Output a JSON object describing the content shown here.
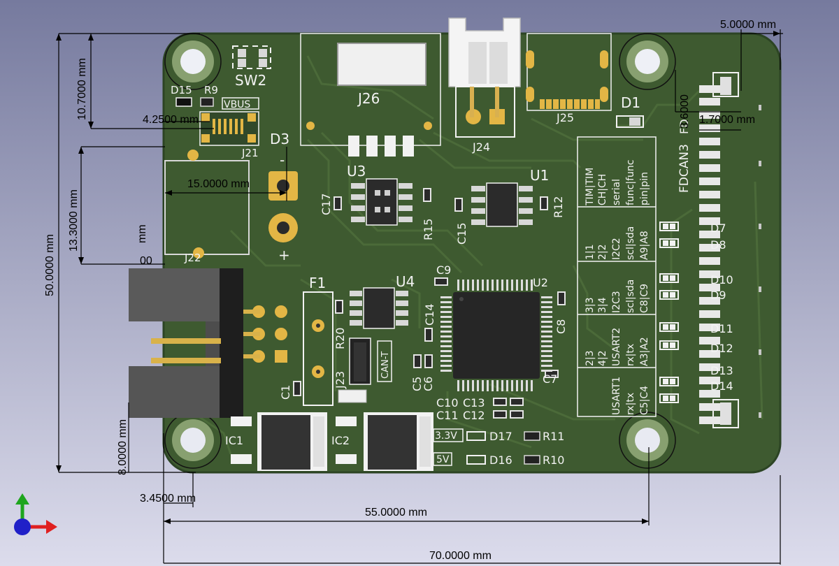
{
  "colors": {
    "bg_top": "#767a9e",
    "bg_bottom": "#dcdcec",
    "board": "#3e5a30",
    "board_dark": "#2c4424",
    "copper": "#e3b645",
    "silk": "#f2f2f2",
    "dim": "#000000"
  },
  "dimensions": {
    "d_5": "5.0000 mm",
    "d_10_7": "10.7000 mm",
    "d_4_25": "4.2500 mm",
    "d_3_6": "3.6000",
    "d_1_7": "1.7000 mm",
    "d_13_3": "13.3000 mm",
    "d_15": "15.0000 mm",
    "d_50": "50.0000 mm",
    "d_mm_a": "mm",
    "d_00": "00",
    "d_8": "8.0000 mm",
    "d_3_45": "3.4500 mm",
    "d_55": "55.0000 mm",
    "d_70": "70.0000 mm"
  },
  "silkscreen": {
    "sw2": "SW2",
    "d15": "D15",
    "r9": "R9",
    "vbus": "VBUS",
    "j21": "J21",
    "d3": "D3",
    "minus": "-",
    "plus": "+",
    "j22": "J22",
    "j26": "J26",
    "j24": "J24",
    "j25": "J25",
    "d1": "D1",
    "fdcan3": "FDCAN3",
    "fd": "FD",
    "u3": "U3",
    "u1": "U1",
    "c17": "C17",
    "r15": "R15",
    "c15": "C15",
    "r12": "R12",
    "f1": "F1",
    "u4": "U4",
    "c9": "C9",
    "u2": "U2",
    "c14": "C14",
    "c8": "C8",
    "r20": "R20",
    "j23": "J23",
    "can_t": "CAN-T",
    "c1": "C1",
    "c5": "C5",
    "c6": "C6",
    "c7": "C7",
    "c10": "C10",
    "c13": "C13",
    "c11": "C11",
    "c12": "C12",
    "ic1": "IC1",
    "ic2": "IC2",
    "v33": "3.3V",
    "v5": "5V",
    "d17": "D17",
    "d16": "D16",
    "r11": "R11",
    "r10": "R10",
    "d7": "D7",
    "d8": "D8",
    "d10": "D10",
    "d9": "D9",
    "d11": "D11",
    "d12": "D12",
    "d13": "D13",
    "d14": "D14"
  },
  "pin_table": {
    "row0": [
      "TIM|TIM",
      "CH|CH",
      "serial",
      "func|func",
      "pin|pin"
    ],
    "row1": [
      "1|1",
      "2|2",
      "I2C2",
      "scl|sda",
      "A9|A8"
    ],
    "row2": [
      "3|3",
      "3|4",
      "I2C3",
      "scl|sda",
      "C8|C9"
    ],
    "row3": [
      "2|3",
      "4|2",
      "USART2",
      "rx|tx",
      "A3|A2"
    ],
    "row4": [
      "",
      "",
      "USART1",
      "rx|tx",
      "C5|C4"
    ]
  }
}
